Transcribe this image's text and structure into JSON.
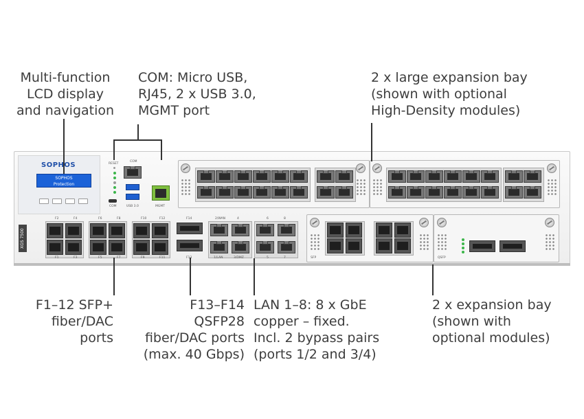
{
  "callouts": {
    "lcd": [
      "Multi-function",
      "LCD display",
      "and navigation"
    ],
    "com": [
      "COM: Micro USB,",
      "RJ45, 2 x USB 3.0,",
      "MGMT port"
    ],
    "large_bay": [
      "2 x large expansion bay",
      "(shown with optional",
      "High-Density modules)"
    ],
    "sfp": [
      "F1–12 SFP+",
      "fiber/DAC",
      "ports"
    ],
    "qsfp": [
      "F13–F14",
      "QSFP28",
      "fiber/DAC ports",
      "(max. 40 Gbps)"
    ],
    "lan": [
      "LAN 1–8: 8 x GbE",
      "copper – fixed.",
      "Incl. 2 bypass pairs",
      "(ports 1/2 and 3/4)"
    ],
    "exp_bay": [
      "2 x expansion bay",
      "(shown with",
      "optional modules)"
    ]
  },
  "device": {
    "brand": "SOPHOS",
    "lcd_line1": "SOPHOS",
    "lcd_line2": "Protection",
    "model": "XGS 7500",
    "reset": "RESET",
    "com": "COM",
    "usb": "USB 3.0",
    "mgmt": "MGMT",
    "com_small": "COM",
    "sfp_top": [
      "F2",
      "F4",
      "F6",
      "F8",
      "F10",
      "F12"
    ],
    "sfp_bottom": [
      "F1",
      "F3",
      "F5",
      "F7",
      "F9",
      "F11"
    ],
    "qsfp_top": "F14",
    "qsfp_bottom": "F13",
    "lan_top": [
      "2/WAN",
      "4",
      "6",
      "8"
    ],
    "lan_bottom": [
      "1/LAN",
      "3/DMZ",
      "5",
      "7"
    ],
    "sfp_module_label": "SFP",
    "qsfp_module_label": "QSFP"
  },
  "colors": {
    "accent_blue": "#1b62d8",
    "led_green": "#3bb54a",
    "mgmt_green": "#7fbf3f"
  }
}
